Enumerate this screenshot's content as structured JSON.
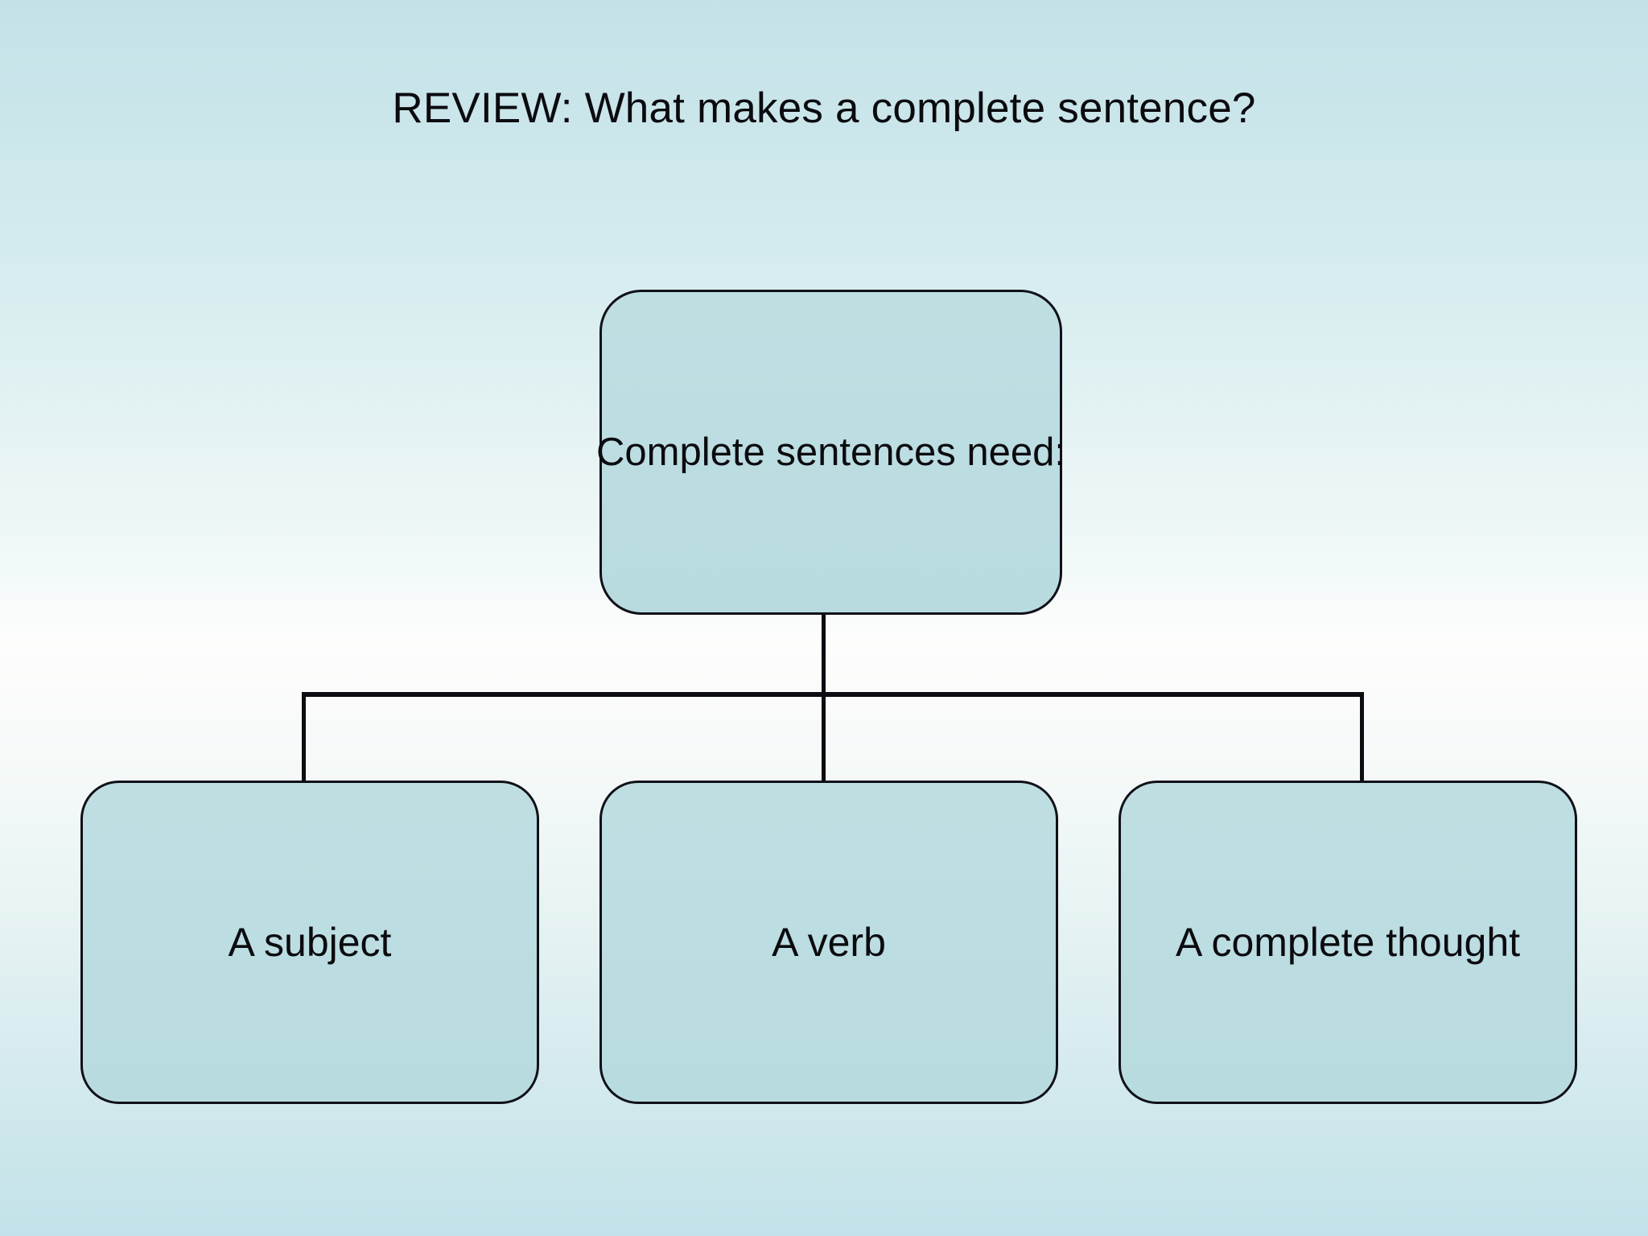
{
  "slide": {
    "title": "REVIEW: What makes a complete sentence?",
    "background_top_color": "#c3e2e8",
    "background_mid_color": "#fdfdfc",
    "background_bottom_color": "#c2e2e9",
    "text_color": "#0b0b0f"
  },
  "diagram": {
    "type": "tree",
    "node_fill_color": "#bcdde1",
    "node_border_color": "#101018",
    "connector_color": "#0c0c12",
    "root": {
      "label": "Complete sentences need:"
    },
    "children": [
      {
        "label": "A subject"
      },
      {
        "label": "A verb"
      },
      {
        "label": "A complete thought"
      }
    ]
  }
}
